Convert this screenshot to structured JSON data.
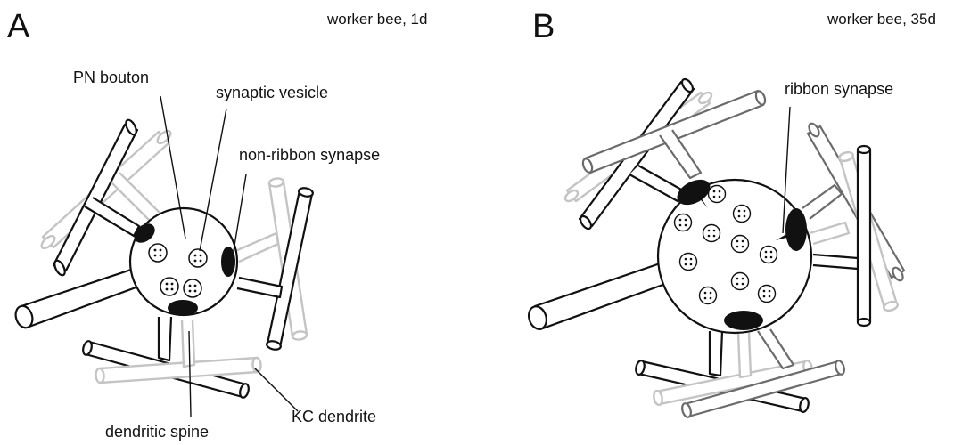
{
  "colors": {
    "dark": "#111111",
    "mid": "#6b6b6b",
    "light": "#c4c4c4",
    "fill": "#ffffff"
  },
  "panelA": {
    "letter": "A",
    "caption": "worker bee, 1d",
    "labels": {
      "pn_bouton": "PN bouton",
      "synaptic_vesicle": "synaptic vesicle",
      "non_ribbon_synapse": "non-ribbon synapse",
      "dendritic_spine": "dendritic spine",
      "kc_dendrite": "KC dendrite"
    }
  },
  "panelB": {
    "letter": "B",
    "caption": "worker bee, 35d",
    "labels": {
      "ribbon_synapse": "ribbon synapse"
    }
  }
}
